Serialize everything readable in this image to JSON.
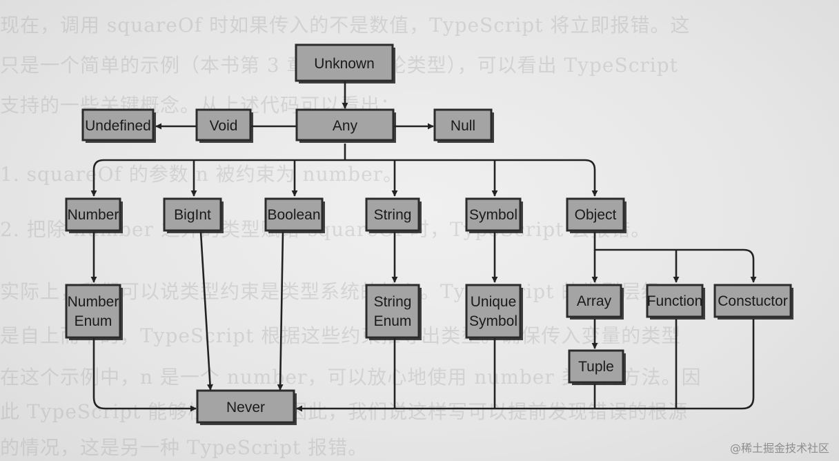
{
  "background_text": [
    "现在，调用 squareOf 时如果传入的不是数值，TypeScript 将立即报错。这",
    "只是一个简单的示例（本书第 3 章将深入讨论类型），可以看出 TypeScript",
    "支持的一些关键概念。从上述代码可以看出：",
    "1. squareOf 的参数 n 被约束为 number。",
    "2. 把除 number 之外的类型赋给 squareOf 时，TypeScript 会报错。",
    "实际上，我们可以说类型约束是类型系统的核心。TypeScript 的类型层级",
    "是自上而下的，TypeScript 根据这些约束推导出类型。确保传入变量的类型",
    "在这个示例中，n 是一个 number，可以放心地使用 number 类型的方法。因",
    "此 TypeScript 能够检查代码。因此，我们说这样写可以提前发现错误的根源",
    "的情况，这是另一种 TypeScript 报错。"
  ],
  "nodes": {
    "unknown": "Unknown",
    "any": "Any",
    "void": "Void",
    "undefined": "Undefined",
    "null": "Null",
    "number": "Number",
    "bigint": "BigInt",
    "boolean": "Boolean",
    "string": "String",
    "symbol": "Symbol",
    "object": "Object",
    "number_enum_1": "Number",
    "number_enum_2": "Enum",
    "string_enum_1": "String",
    "string_enum_2": "Enum",
    "unique_symbol_1": "Unique",
    "unique_symbol_2": "Symbol",
    "array": "Array",
    "function": "Function",
    "constructor": "Constuctor",
    "tuple": "Tuple",
    "never": "Never"
  },
  "watermark": "@稀土掘金技术社区"
}
